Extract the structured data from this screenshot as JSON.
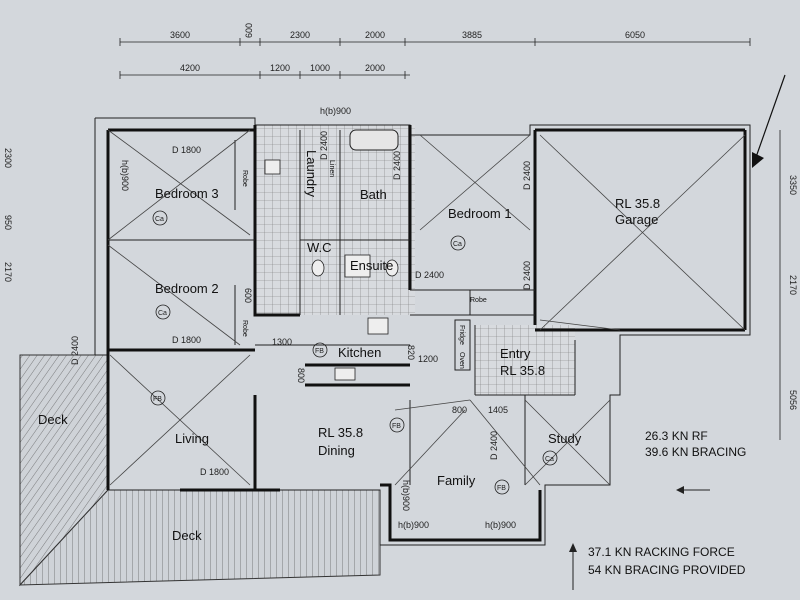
{
  "dimensions": {
    "top_row1": [
      "3600",
      "600",
      "2300",
      "2000",
      "3885",
      "6050"
    ],
    "top_row2": [
      "4200",
      "1200",
      "1000",
      "2000"
    ],
    "right_side": [
      "3350",
      "2170",
      "5056"
    ],
    "left_side": [
      "2300",
      "950",
      "2170"
    ]
  },
  "rooms": {
    "bedroom3": "Bedroom 3",
    "bedroom2": "Bedroom 2",
    "bedroom1": "Bedroom 1",
    "laundry": "Laundry",
    "bath": "Bath",
    "ensuite": "Ensuite",
    "wc": "W.C",
    "kitchen": "Kitchen",
    "living": "Living",
    "dining": "Dining",
    "dining_rl": "RL 35.8",
    "family": "Family",
    "study": "Study",
    "entry": "Entry",
    "entry_rl": "RL 35.8",
    "garage": "Garage",
    "garage_rl": "RL 35.8",
    "deck_left": "Deck",
    "deck_bottom": "Deck"
  },
  "labels": {
    "robe1": "Robe",
    "robe2": "Robe",
    "robe3": "Robe",
    "linen": "Linen",
    "fridge": "Fridge",
    "oven": "Oven",
    "d1800_a": "D 1800",
    "d1800_b": "D 1800",
    "d1800_c": "D 1800",
    "d2400_a": "D 2400",
    "d2400_b": "D 2400",
    "d2400_c": "D 2400",
    "d2400_d": "D 2400",
    "d2400_e": "D 2400",
    "d2400_f": "D 2400",
    "d2400_g": "D 2400",
    "hb900_a": "h(b)900",
    "hb900_b": "h(b)900",
    "hb900_c": "h(b)900",
    "hb900_d": "h(b)900",
    "hb900_e": "h(b)900",
    "dim_1300": "1300",
    "dim_1200": "1200",
    "dim_820": "820",
    "dim_800a": "800",
    "dim_800b": "800",
    "dim_1405": "1405",
    "dim_600": "600",
    "ca": "Ca",
    "fb": "FB"
  },
  "notes": {
    "rf": "26.3 KN RF",
    "bracing": "39.6 KN BRACING",
    "racking": "37.1 KN RACKING FORCE",
    "provided": "54 KN BRACING PROVIDED"
  }
}
